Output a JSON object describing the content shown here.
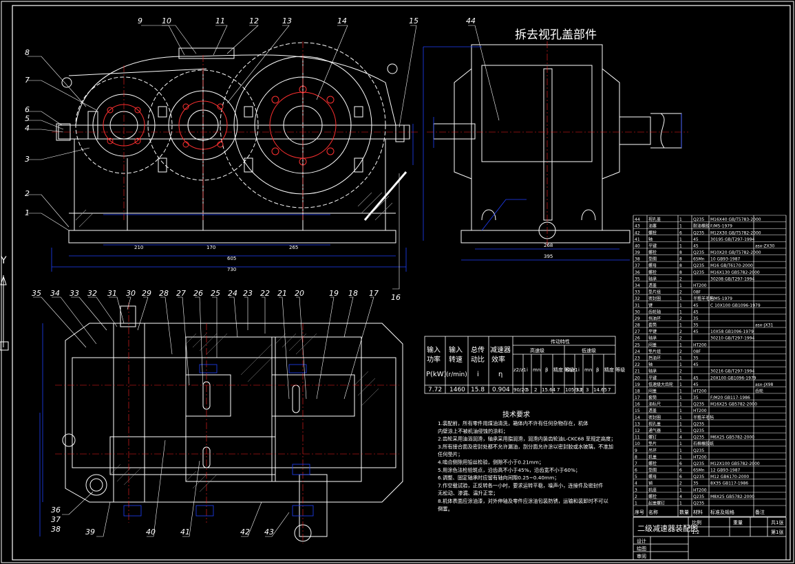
{
  "title_view_note": "拆去视孔盖部件",
  "callouts_top": [
    "9",
    "10",
    "11",
    "12",
    "13",
    "14",
    "15",
    "44"
  ],
  "callouts_left": [
    "8",
    "7",
    "6",
    "5",
    "4",
    "3",
    "2",
    "1"
  ],
  "callouts_bottom_top": [
    "35",
    "34",
    "33",
    "32",
    "31",
    "30",
    "29",
    "28",
    "27",
    "26",
    "25",
    "24",
    "23",
    "22",
    "21",
    "20",
    "19",
    "18",
    "17"
  ],
  "callout_right_16": "16",
  "callouts_bottom_low": [
    "36",
    "37",
    "38",
    "39",
    "40",
    "41",
    "42",
    "43"
  ],
  "dims_front": {
    "overall_len": "730",
    "len_inner": "605",
    "d1": "210",
    "d2": "170",
    "d3": "265"
  },
  "dims_side": {
    "w1": "395",
    "w2": "268"
  },
  "perf_table": {
    "headers": [
      "输入\n功率\nP(kW)",
      "输入\n转速\n(r/min)",
      "总传\n动比\ni",
      "减速器\n效率\nη",
      "传动特性"
    ],
    "sub_high": "高速级",
    "sub_low": "低速级",
    "cols": [
      "z2/z1",
      "i",
      "mn",
      "β",
      "精度\n等级",
      "z2/z1",
      "i",
      "mn",
      "β",
      "精度\n等级"
    ],
    "values": [
      "7.72",
      "1460",
      "15.8",
      "0.904",
      "90/20",
      "5",
      "2",
      "15.64",
      "7",
      "105/33",
      "3.2",
      "3",
      "14.65",
      "7"
    ]
  },
  "tech_req": {
    "title": "技术要求",
    "lines": [
      "1.装配前，所有零件用煤油清洗，箱体内不许有任何杂物存在，机体",
      "  内壁涂上不被机油侵蚀的涂料；",
      "2.齿轮采用油浴润滑，轴承采用脂润滑，润滑内装齿轮油L-CKC68 至规定高度；",
      "3.所有接合面及密封处都不允许漏油，剖分面允许涂以密封胶或水玻璃，不准加",
      "  任何垫片；",
      "4.啮合侧隙用铅丝检验，侧隙不小于0.21mm；",
      "5.用涂色法检验斑点，沿齿高不小于45%，沿齿宽不小于60%；",
      "6.调整、固定轴承时应留有轴向间隙0.25~0.40mm；",
      "7.作空载试验，正反转各一小时，要求运转平稳，噪声小，连接件及密封件",
      "  无松动、渗漏、温升正常；",
      "8.机体表面应涂油漆，对外伸轴及零件应涂油包装防锈，运输和装卸时不可以",
      "  倒置。"
    ]
  },
  "parts_list": [
    [
      "44",
      "视孔盖",
      "1",
      "Q235",
      "M16X40 GB/T5783-2000",
      ""
    ],
    [
      "43",
      "油塞",
      "1",
      "耐油橡胶",
      "F/M5-1979",
      ""
    ],
    [
      "42",
      "螺栓",
      "6",
      "Q235",
      "M12X30 GB/T5782-2000",
      ""
    ],
    [
      "41",
      "轴",
      "1",
      "45",
      "30195 GB/T297-1994",
      ""
    ],
    [
      "40",
      "平键",
      "1",
      "45",
      "",
      "asx-ZX30"
    ],
    [
      "39",
      "螺栓",
      "8",
      "Q235",
      "M10X20 GB/T5782-2000",
      ""
    ],
    [
      "38",
      "垫圈",
      "8",
      "65Mn",
      "10 GB93-1987",
      ""
    ],
    [
      "37",
      "螺母",
      "8",
      "Q235",
      "M16 GB/T6170-2000",
      ""
    ],
    [
      "36",
      "螺栓",
      "8",
      "Q235",
      "M16X130 GB5782-2000",
      ""
    ],
    [
      "35",
      "轴承",
      "2",
      "",
      "30208 GB/T297-1994",
      ""
    ],
    [
      "34",
      "透盖",
      "1",
      "HT200",
      "",
      ""
    ],
    [
      "33",
      "垫片组",
      "2",
      "08F",
      "",
      ""
    ],
    [
      "32",
      "密封圈",
      "1",
      "半粗羊毛毡",
      "F/M5-1979",
      ""
    ],
    [
      "31",
      "键",
      "1",
      "45",
      "C 10X100 GB1096-1979",
      ""
    ],
    [
      "30",
      "齿轮轴",
      "1",
      "45",
      "",
      ""
    ],
    [
      "29",
      "挡油环",
      "2",
      "35",
      "",
      ""
    ],
    [
      "28",
      "套筒",
      "1",
      "35",
      "",
      "asx-JX31"
    ],
    [
      "27",
      "平键",
      "2",
      "45",
      "10X58 GB1096-1979",
      ""
    ],
    [
      "26",
      "轴承",
      "2",
      "",
      "30210 GB/T297-1994",
      ""
    ],
    [
      "25",
      "闷盖",
      "1",
      "HT200",
      "",
      ""
    ],
    [
      "24",
      "垫片组",
      "2",
      "08F",
      "",
      ""
    ],
    [
      "23",
      "挡油环",
      "1",
      "35",
      "",
      ""
    ],
    [
      "22",
      "轴",
      "1",
      "45",
      "",
      ""
    ],
    [
      "21",
      "轴承",
      "2",
      "",
      "30216 GB/T297-1994",
      ""
    ],
    [
      "20",
      "平键",
      "1",
      "45",
      "20X100 GB1096-1979",
      ""
    ],
    [
      "19",
      "低速级大齿轮",
      "1",
      "45",
      "",
      "asx-JX98"
    ],
    [
      "18",
      "闷盖",
      "1",
      "HT200",
      "",
      "齿轮"
    ],
    [
      "17",
      "套筒",
      "1",
      "35",
      "F/M20 GB117-1986",
      ""
    ],
    [
      "16",
      "油标尺",
      "1",
      "Q235",
      "M16X25 GB5782-2000",
      ""
    ],
    [
      "15",
      "透盖",
      "1",
      "HT200",
      "",
      ""
    ],
    [
      "14",
      "密封圈",
      "1",
      "半粗羊毛毡",
      "",
      ""
    ],
    [
      "13",
      "视孔盖",
      "1",
      "Q235",
      "",
      ""
    ],
    [
      "12",
      "通气器",
      "1",
      "Q235",
      "",
      ""
    ],
    [
      "11",
      "螺钉",
      "4",
      "Q235",
      "M6X25 GB5782-2000",
      ""
    ],
    [
      "10",
      "垫片",
      "1",
      "石棉橡胶纸",
      "",
      ""
    ],
    [
      "9",
      "吊环",
      "1",
      "Q235",
      "",
      ""
    ],
    [
      "8",
      "机盖",
      "1",
      "HT200",
      "",
      ""
    ],
    [
      "7",
      "螺栓",
      "6",
      "Q235",
      "M12X100 GB5782-2000",
      ""
    ],
    [
      "6",
      "垫圈",
      "6",
      "65Mn",
      "12 GB93-1987",
      ""
    ],
    [
      "5",
      "螺母",
      "6",
      "Q235",
      "M12 GB6170-2000",
      ""
    ],
    [
      "4",
      "销",
      "2",
      "35",
      "8X35 GB117-1986",
      ""
    ],
    [
      "3",
      "机座",
      "1",
      "HT200",
      "",
      ""
    ],
    [
      "2",
      "螺栓",
      "4",
      "Q235",
      "M8X25 GB5782-2000",
      ""
    ],
    [
      "1",
      "起盖螺钉",
      "1",
      "Q235",
      "",
      ""
    ]
  ],
  "parts_header": [
    "序号",
    "名称",
    "数量",
    "材料",
    "标准及规格",
    "备注"
  ],
  "title_block": {
    "name": "二级减速器装配图",
    "scale_label": "比例",
    "scale": "1:2",
    "weight_label": "重量",
    "sheet_label": "共1张",
    "sheet2_label": "第1张",
    "design_label": "设计",
    "drawn_label": "绘图",
    "review_label": "审阅"
  },
  "axis_letter": "Y",
  "colors": {
    "bg": "#000000",
    "line": "#ffffff",
    "center": "#ff2020",
    "dim": "#2040ff",
    "hatch": "#9a9a9a",
    "accent": "#d0d000"
  }
}
